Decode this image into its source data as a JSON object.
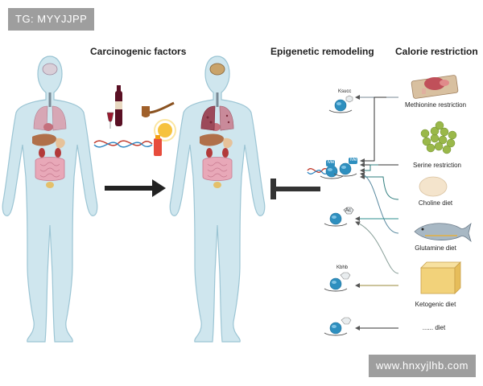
{
  "watermark_top": "TG: MYYJJPP",
  "watermark_bottom": "www.hnxyjlhb.com",
  "headings": {
    "carcinogenic": "Carcinogenic factors",
    "epigenetic": "Epigenetic remodeling",
    "calorie": "Calorie restriction"
  },
  "diets": [
    {
      "label": "Methionine restriction",
      "icon": "meat-icon"
    },
    {
      "label": "Serine restriction",
      "icon": "peas-icon"
    },
    {
      "label": "Choline diet",
      "icon": "egg-icon"
    },
    {
      "label": "Glutamine diet",
      "icon": "fish-icon"
    },
    {
      "label": "Ketogenic diet",
      "icon": "cheese-icon"
    },
    {
      "label": "...... diet",
      "icon": "plate-icon"
    }
  ],
  "modifications": [
    "Ksucc",
    "Me",
    "Me",
    "Ac",
    "Kbhb"
  ],
  "colors": {
    "body": "#cfe6ee",
    "body_outline": "#9cc5d4",
    "nucleosome": "#2e8fbf",
    "arrow": "#222222"
  }
}
